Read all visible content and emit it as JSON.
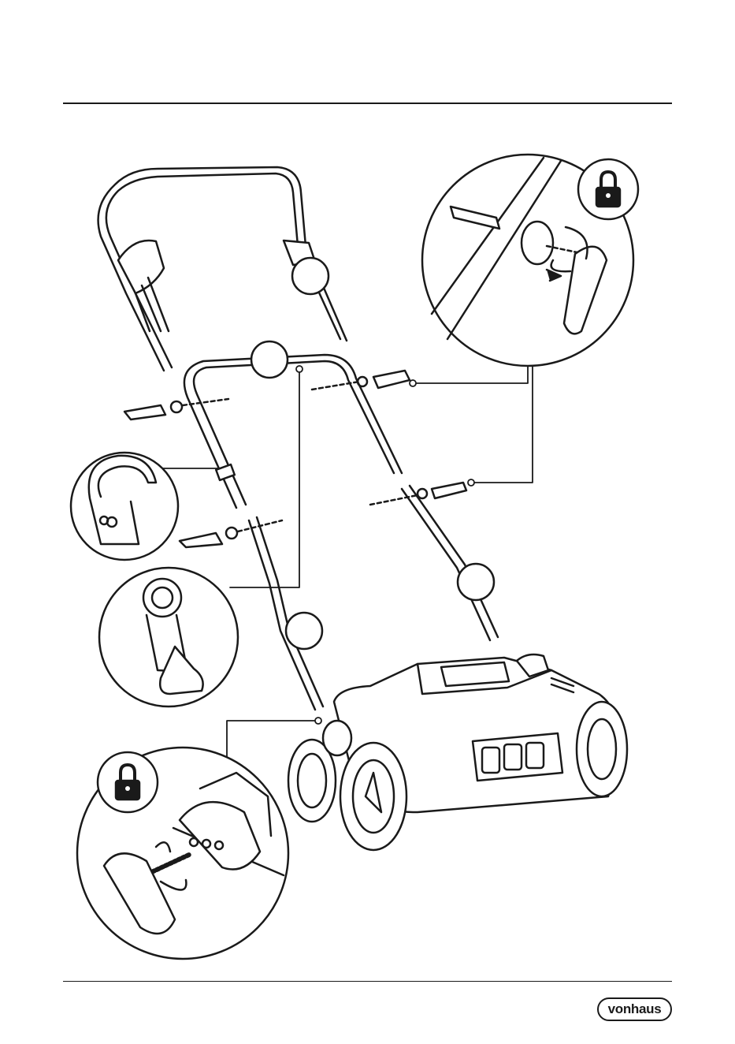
{
  "document": {
    "brand": "vonhaus",
    "figure": {
      "callouts": [
        {
          "id": "handle-upper",
          "label": ""
        },
        {
          "id": "handle-middle",
          "label": ""
        },
        {
          "id": "handle-lower-left",
          "label": ""
        },
        {
          "id": "handle-lower-right",
          "label": ""
        }
      ],
      "detail_views": [
        "lock-knob-detail",
        "cable-clip-detail",
        "handle-bracket-detail",
        "height-adjust-detail"
      ]
    },
    "colors": {
      "ink": "#1a1a1a",
      "paper": "#ffffff",
      "lock_badge": "#1a1a1a"
    }
  }
}
